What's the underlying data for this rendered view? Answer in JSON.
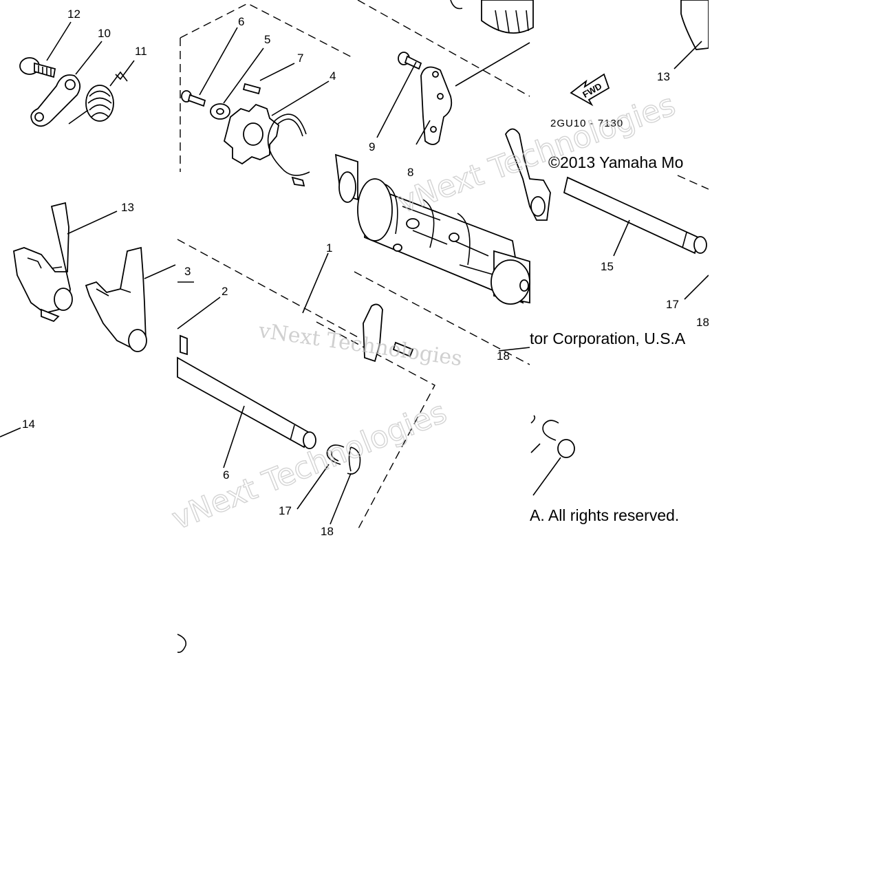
{
  "diagram": {
    "part_code": "2GU10 - 7130",
    "fwd_label": "FWD",
    "copyright_line1": "©2013 Yamaha Mo",
    "copyright_line2": "tor Corporation, U.S.A",
    "copyright_line3": "A. All rights reserved.",
    "watermark_text": "vNext Technologies",
    "callouts": {
      "c12": "12",
      "c10": "10",
      "c11": "11",
      "c6": "6",
      "c5": "5",
      "c7": "7",
      "c4": "4",
      "c9": "9",
      "c8": "8",
      "c13a": "13",
      "c13b": "13",
      "c3": "3",
      "c2": "2",
      "c1": "1",
      "c15": "15",
      "c17a": "17",
      "c18a": "18",
      "c18b": "18",
      "c14": "14",
      "c6b": "6",
      "c17b": "17",
      "c18c": "18"
    }
  }
}
